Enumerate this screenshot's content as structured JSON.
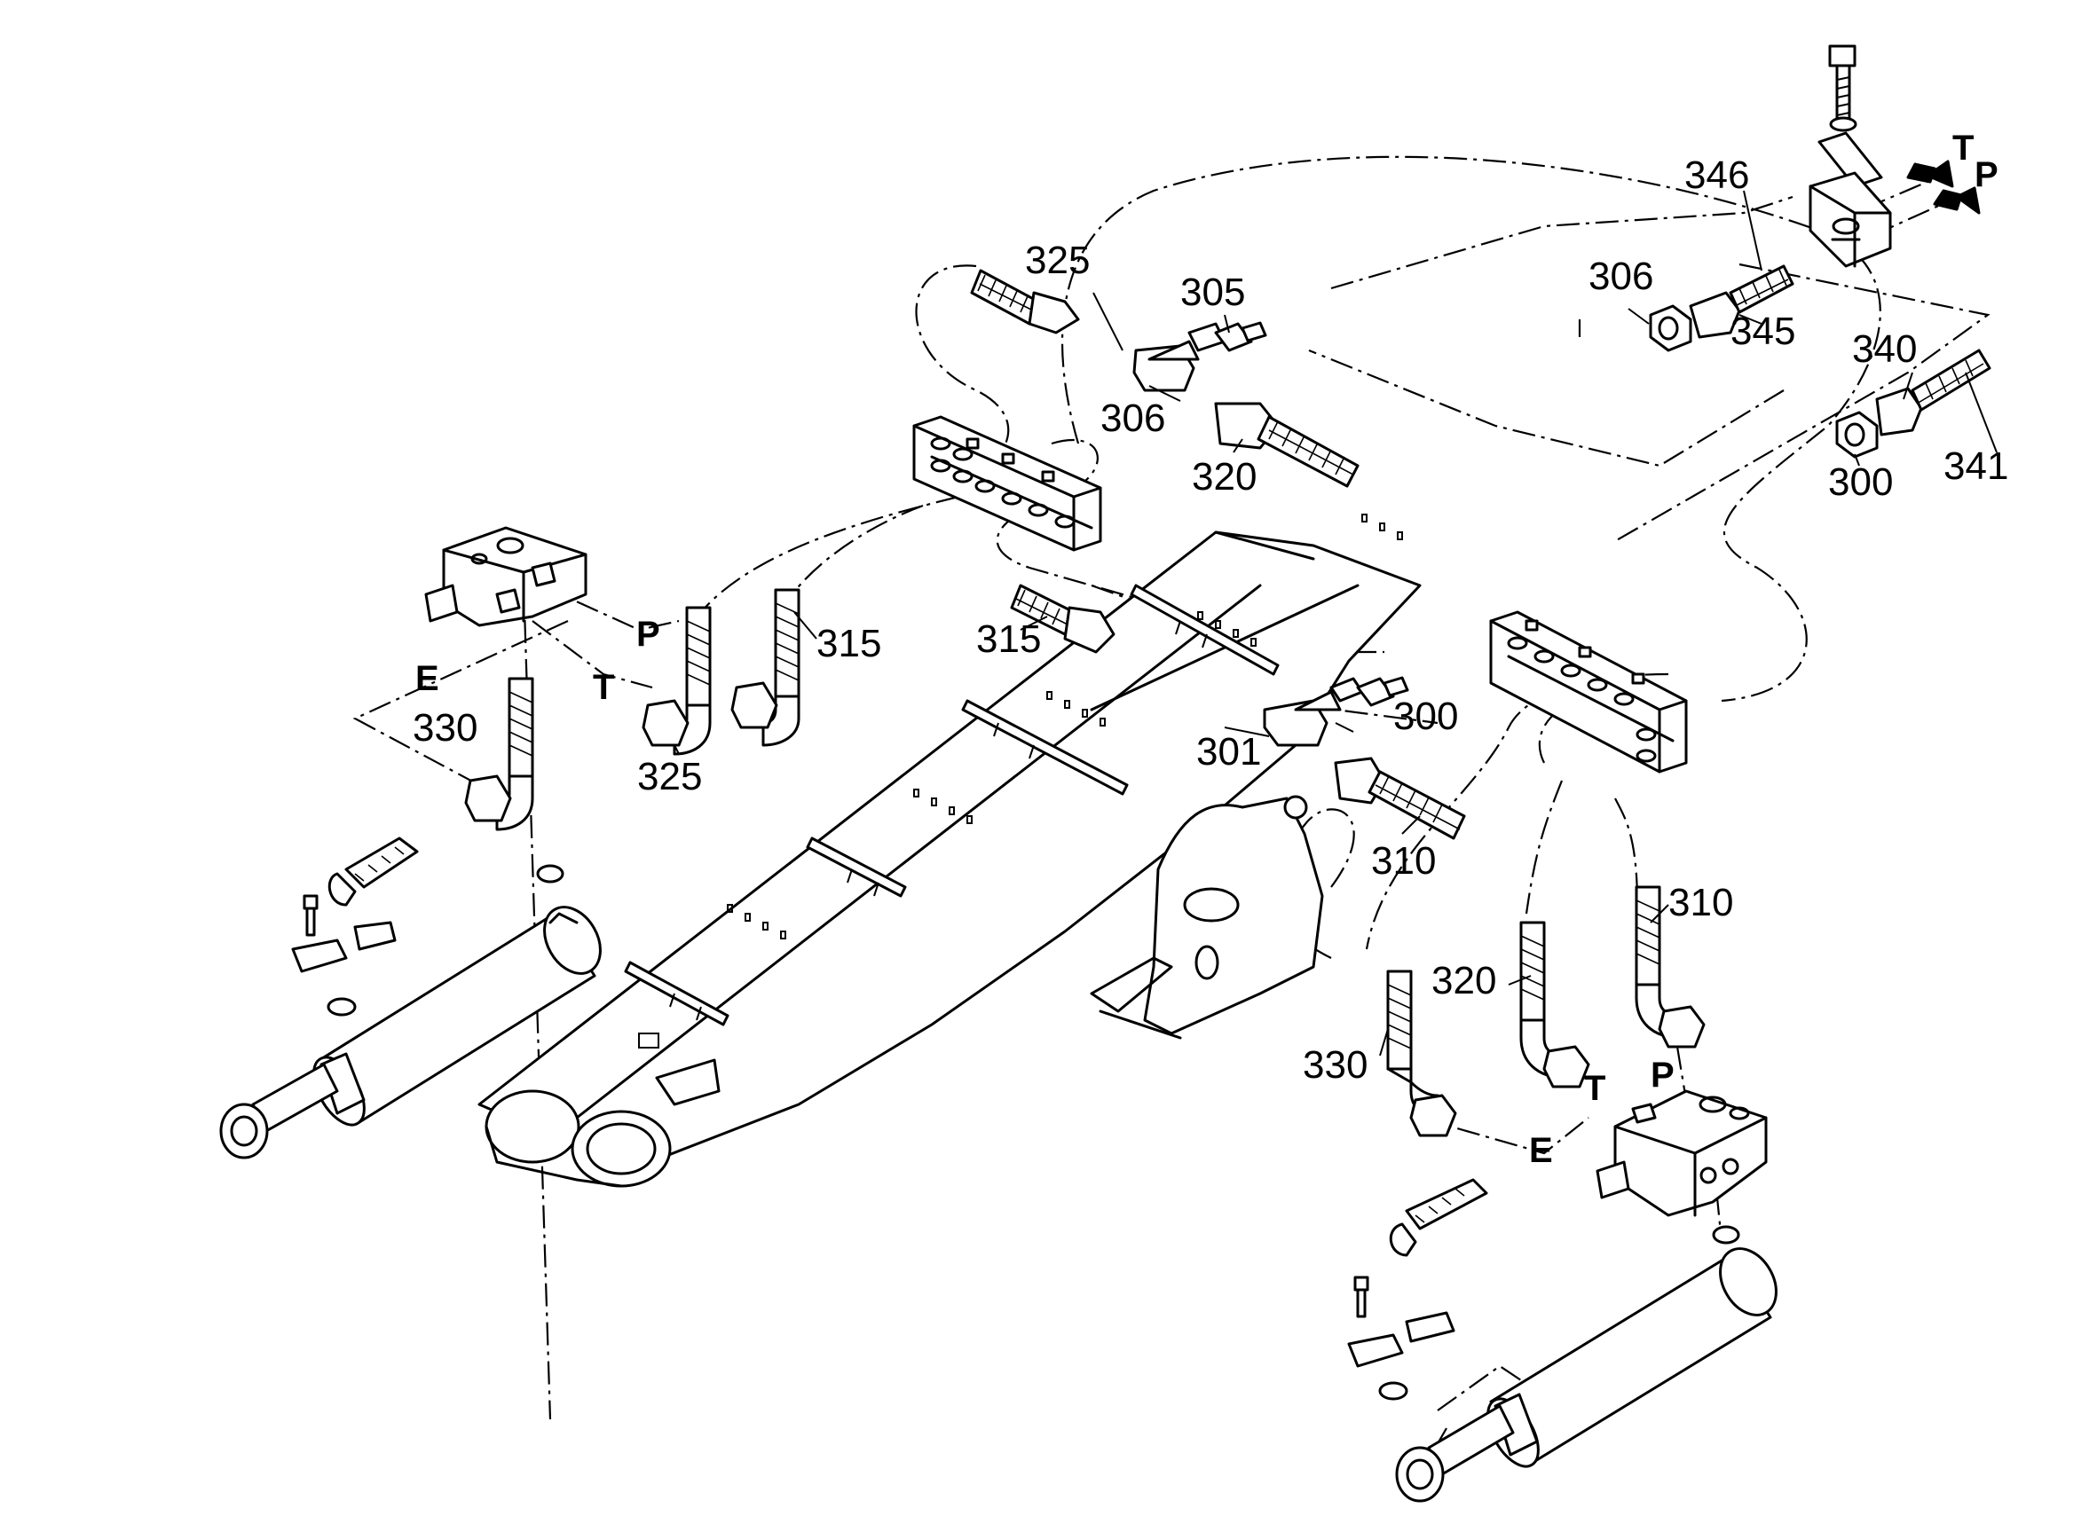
{
  "callouts": {
    "c325_top": "325",
    "c305": "305",
    "c306_mid": "306",
    "c320_mid": "320",
    "c306_right": "306",
    "c346": "346",
    "c345": "345",
    "c340": "340",
    "c341": "341",
    "c300_right": "300",
    "c315_left": "315",
    "c315_mid": "315",
    "c330_left": "330",
    "c325_bottom": "325",
    "c300_mid": "300",
    "c301": "301",
    "c310_mid": "310",
    "c310_right": "310",
    "c320_right": "320",
    "c330_right": "330"
  },
  "ports": {
    "p_left": "P",
    "t_left": "T",
    "e_left": "E",
    "t_top": "T",
    "p_top": "P",
    "t_right": "T",
    "p_right": "P",
    "e_right": "E"
  },
  "colors": {
    "line": "#000000",
    "background": "#ffffff"
  }
}
